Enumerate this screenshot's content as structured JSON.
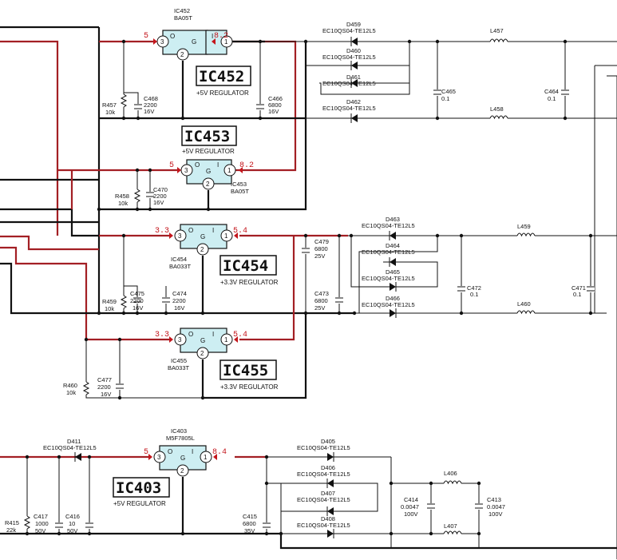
{
  "regulators": [
    {
      "ref": "IC452",
      "part": "BA05T",
      "big": "IC452",
      "desc": "+5V REGULATOR",
      "vin": "8.2",
      "vout": "5",
      "p1": "1",
      "p2": "2",
      "p3": "3",
      "o": "O",
      "g": "G",
      "i": "I"
    },
    {
      "ref": "IC453",
      "part": "BA05T",
      "big": "IC453",
      "desc": "+5V REGULATOR",
      "vin": "8.2",
      "vout": "5",
      "p1": "1",
      "p2": "2",
      "p3": "3",
      "o": "O",
      "g": "G",
      "i": "I"
    },
    {
      "ref": "IC454",
      "part": "BA033T",
      "big": "IC454",
      "desc": "+3.3V REGULATOR",
      "vin": "5.4",
      "vout": "3.3",
      "p1": "1",
      "p2": "2",
      "p3": "3",
      "o": "O",
      "g": "G",
      "i": "I"
    },
    {
      "ref": "IC455",
      "part": "BA033T",
      "big": "IC455",
      "desc": "+3.3V REGULATOR",
      "vin": "5.4",
      "vout": "3.3",
      "p1": "1",
      "p2": "2",
      "p3": "3",
      "o": "O",
      "g": "G",
      "i": "I"
    },
    {
      "ref": "IC403",
      "part": "M5F7805L",
      "big": "IC403",
      "desc": "+5V REGULATOR",
      "vin": "8.4",
      "vout": "5",
      "p1": "1",
      "p2": "2",
      "p3": "3",
      "o": "O",
      "g": "G",
      "i": "I"
    }
  ],
  "diodes": [
    {
      "ref": "D459",
      "part": "EC10QS04-TE12L5"
    },
    {
      "ref": "D460",
      "part": "EC10QS04-TE12L5"
    },
    {
      "ref": "D461",
      "part": "EC10QS04-TE12L5"
    },
    {
      "ref": "D462",
      "part": "EC10QS04-TE12L5"
    },
    {
      "ref": "D463",
      "part": "EC10QS04-TE12L5"
    },
    {
      "ref": "D464",
      "part": "EC10QS04-TE12L5"
    },
    {
      "ref": "D465",
      "part": "EC10QS04-TE12L5"
    },
    {
      "ref": "D466",
      "part": "EC10QS04-TE12L5"
    },
    {
      "ref": "D405",
      "part": "EC10QS04-TE12L5"
    },
    {
      "ref": "D406",
      "part": "EC10QS04-TE12L5"
    },
    {
      "ref": "D407",
      "part": "EC10QS04-TE12L5"
    },
    {
      "ref": "D408",
      "part": "EC10QS04-TE12L5"
    },
    {
      "ref": "D411",
      "part": "EC10QS04-TE12L5"
    }
  ],
  "capacitors": [
    {
      "ref": "C468",
      "v1": "2200",
      "v2": "16V"
    },
    {
      "ref": "C466",
      "v1": "6800",
      "v2": "16V"
    },
    {
      "ref": "C465",
      "v1": "0.1",
      "v2": ""
    },
    {
      "ref": "C464",
      "v1": "0.1",
      "v2": ""
    },
    {
      "ref": "C470",
      "v1": "2200",
      "v2": "16V"
    },
    {
      "ref": "C479",
      "v1": "6800",
      "v2": "25V"
    },
    {
      "ref": "C475",
      "v1": "2200",
      "v2": "16V"
    },
    {
      "ref": "C474",
      "v1": "2200",
      "v2": "16V"
    },
    {
      "ref": "C473",
      "v1": "6800",
      "v2": "25V"
    },
    {
      "ref": "C472",
      "v1": "0.1",
      "v2": ""
    },
    {
      "ref": "C471",
      "v1": "0.1",
      "v2": ""
    },
    {
      "ref": "C477",
      "v1": "2200",
      "v2": "16V"
    },
    {
      "ref": "C417",
      "v1": "1000",
      "v2": "50V"
    },
    {
      "ref": "C416",
      "v1": "10",
      "v2": "50V"
    },
    {
      "ref": "C415",
      "v1": "6800",
      "v2": "35V"
    },
    {
      "ref": "C414",
      "v1": "0.0047",
      "v2": "100V"
    },
    {
      "ref": "C413",
      "v1": "0.0047",
      "v2": "100V"
    }
  ],
  "resistors": [
    {
      "ref": "R457",
      "val": "10k"
    },
    {
      "ref": "R458",
      "val": "10k"
    },
    {
      "ref": "R459",
      "val": "10k"
    },
    {
      "ref": "R460",
      "val": "10k"
    },
    {
      "ref": "R415",
      "val": "22k"
    }
  ],
  "inductors": [
    {
      "ref": "L457"
    },
    {
      "ref": "L458"
    },
    {
      "ref": "L459"
    },
    {
      "ref": "L460"
    },
    {
      "ref": "L406"
    },
    {
      "ref": "L407"
    }
  ]
}
